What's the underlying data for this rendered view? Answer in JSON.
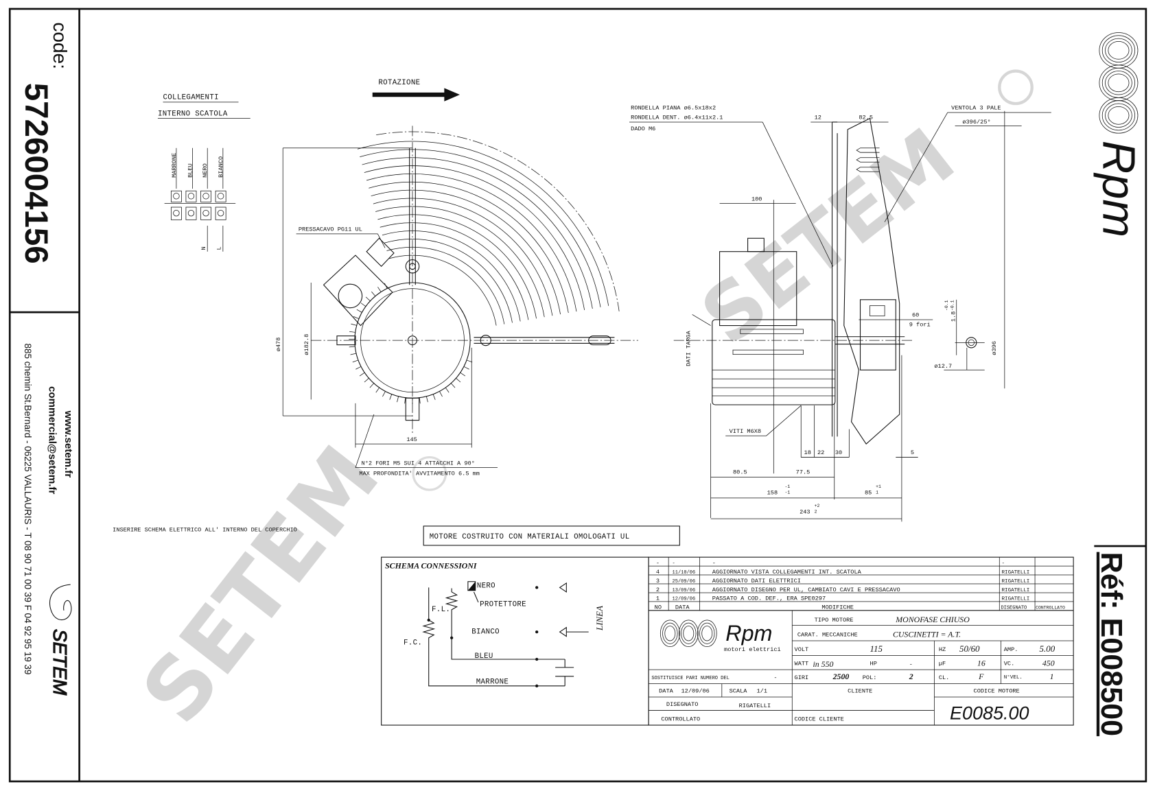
{
  "left_panel": {
    "code_label": "code:",
    "code": "5726004156",
    "website": "www.setem.fr",
    "email": "commercial@setem.fr",
    "address": "885 chemin St.Bernard - 06225 VALLAURIS - T 08 90 71 00 39  F 04 92 95 19 39",
    "brand": "SETEM"
  },
  "right_panel": {
    "logo": "Rpm",
    "ref": "Réf: E008500"
  },
  "watermark": "SETEM",
  "connections": {
    "title_1": "COLLEGAMENTI",
    "title_2": "INTERNO SCATOLA",
    "wires": [
      "MARRONE",
      "BLEU",
      "NERO",
      "BIANCO"
    ],
    "n": "N",
    "l": "L"
  },
  "front_view": {
    "rotation": "ROTAZIONE",
    "cable_gland": "PRESSACAVO PG11 UL",
    "dia_478": "ø478",
    "dia_182": "ø182.8",
    "width_145": "145",
    "note_1": "N°2 FORI M5 SUI 4 ATTACCHI A 90°",
    "note_2": "MAX PROFONDITA' AVVITAMENTO 6.5 mm"
  },
  "side_view": {
    "washer_flat": "RONDELLA PIANA ø6.5x18x2",
    "washer_tooth": "RONDELLA DENT. ø6.4x11x2.1",
    "nut": "DADO M6",
    "dim_12": "12",
    "dim_82_5": "82.5",
    "fan": "VENTOLA 3 PALE",
    "fan_spec": "ø396/25°",
    "dim_100": "100",
    "dim_60": "60",
    "dim_60_sub": "9 fori",
    "nameplate": "DATI TARGA",
    "screws": "VITI M6X8",
    "dim_18": "18",
    "dim_22": "22",
    "dim_30": "30",
    "dim_5": "5",
    "dim_80_5": "80.5",
    "dim_77_5": "77.5",
    "dim_158": "158",
    "tol_158_a": "-1",
    "tol_158_b": "-1",
    "dim_85": "85",
    "tol_85_a": "+1",
    "tol_85_b": "1",
    "dim_243": "243",
    "tol_243_a": "+2",
    "tol_243_b": "2",
    "shaft_dia": "ø12.7",
    "shaft_flat": "1.8",
    "shaft_tol_a": "-0.1",
    "shaft_tol_b": "-0.1",
    "fan_dia": "ø396"
  },
  "notes": {
    "insert": "INSERIRE SCHEMA ELETTRICO ALL' INTERNO DEL COPERCHIO",
    "ul": "MOTORE COSTRUITO CON MATERIALI OMOLOGATI UL"
  },
  "schema": {
    "title": "SCHEMA CONNESSIONI",
    "nero": "NERO",
    "protettore": "PROTETTORE",
    "bianco": "BIANCO",
    "bleu": "BLEU",
    "marrone": "MARRONE",
    "fl": "F.L.",
    "fc": "F.C.",
    "linea": "LINEA"
  },
  "title_block": {
    "revisions": [
      {
        "no": "-",
        "date": "-",
        "change": "-",
        "drawn": "-",
        "checked": ""
      },
      {
        "no": "4",
        "date": "11/10/06",
        "change": "AGGIORNATO VISTA COLLEGAMENTI INT. SCATOLA",
        "drawn": "RIGATELLI",
        "checked": ""
      },
      {
        "no": "3",
        "date": "25/09/06",
        "change": "AGGIORNATO DATI ELETTRICI",
        "drawn": "RIGATELLI",
        "checked": ""
      },
      {
        "no": "2",
        "date": "13/09/06",
        "change": "AGGIORNATO DISEGNO PER UL, CAMBIATO CAVI E PRESSACAVO",
        "drawn": "RIGATELLI",
        "checked": ""
      },
      {
        "no": "1",
        "date": "12/09/06",
        "change": "PASSATO A COD. DEF., ERA SPE0297",
        "drawn": "RIGATELLI",
        "checked": ""
      }
    ],
    "headers": {
      "no": "NO",
      "date": "DATA",
      "change": "MODIFICHE",
      "drawn": "DISEGNATO",
      "checked": "CONTROLLATO"
    },
    "logo": "Rpm",
    "logo_sub": "motori elettrici",
    "motor_type_label": "TIPO MOTORE",
    "motor_type": "MONOFASE CHIUSO",
    "mech_label": "CARAT. MECCANICHE",
    "mech": "CUSCINETTI = A.T.",
    "volt_label": "VOLT",
    "volt": "115",
    "hz_label": "HZ",
    "hz": "50/60",
    "amp_label": "AMP.",
    "amp": "5.00",
    "watt_label": "WATT",
    "watt": "in 550",
    "hp_label": "HP",
    "hp": "-",
    "uf_label": "µF",
    "uf": "16",
    "vc_label": "VC.",
    "vc": "450",
    "replaces_label": "SOSTITUISCE PARI NUMERO DEL",
    "replaces": "-",
    "rpm_label": "GIRI",
    "rpm": "2500",
    "poles_label": "POL:",
    "poles": "2",
    "class_label": "CL.",
    "class": "F",
    "speeds_label": "N°VEL.",
    "speeds": "1",
    "date_label": "DATA",
    "date": "12/09/06",
    "scale_label": "SCALA",
    "scale": "1/1",
    "client_label": "CLIENTE",
    "motor_code_label": "CODICE MOTORE",
    "motor_code": "E0085.00",
    "drawn_label": "DISEGNATO",
    "drawn": "RIGATELLI",
    "checked_label": "CONTROLLATO",
    "client_code_label": "CODICE CLIENTE"
  }
}
